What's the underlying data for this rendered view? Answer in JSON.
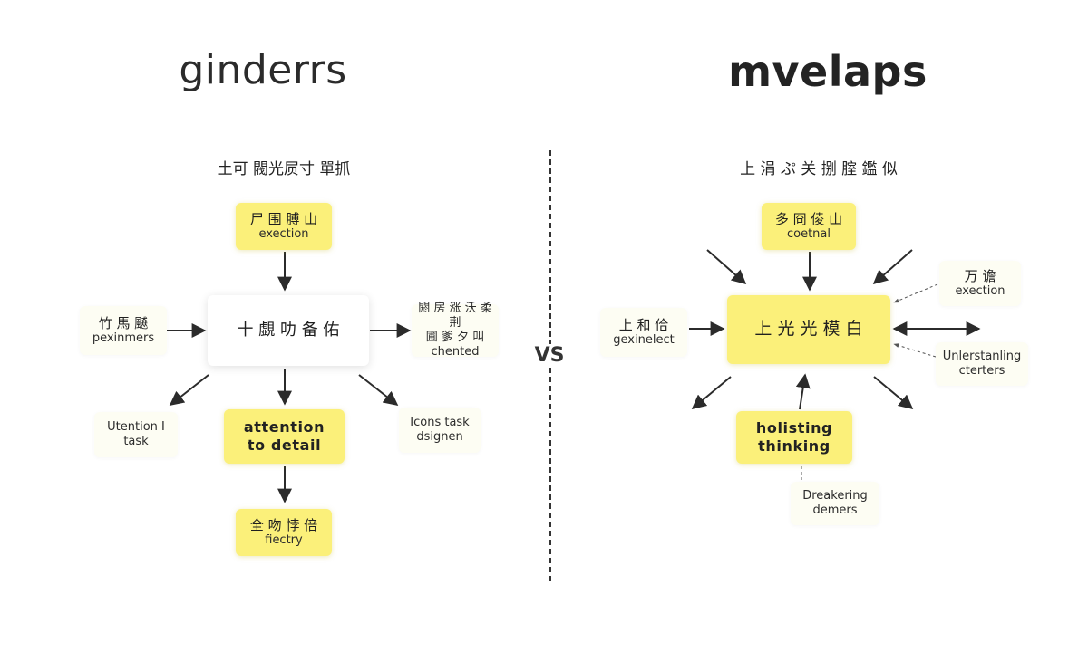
{
  "left": {
    "title": "ginderrs",
    "subtitle": "土可 閥光屃寸 單抓",
    "nodes": {
      "top": {
        "cn": "尸 围 膊 山",
        "en": "exection"
      },
      "center": {
        "cn": "十 覷 叻 备 佑"
      },
      "left": {
        "cn": "竹 馬 飇",
        "en": "pexinmers"
      },
      "right": {
        "cn": "閼 房 涨 沃 柔 荆",
        "cn2": "圃 爹 夕 叫",
        "en": "chented"
      },
      "bottom_left": {
        "en": "Utention I",
        "en2": "task"
      },
      "bottom": {
        "en": "attention",
        "en2": "to detail"
      },
      "bottom_right": {
        "en": "Icons task",
        "en2": "dsignen"
      },
      "lowest": {
        "cn": "全 吻 悖 倍",
        "en": "fiectry"
      }
    }
  },
  "right": {
    "title": "mvelaps",
    "subtitle": "上 涓 ぷ 关 捌 腟 鑑 似",
    "nodes": {
      "top": {
        "cn": "多 冏 倰 山",
        "en": "coetnal"
      },
      "center": {
        "cn": "上 光 光 模 白"
      },
      "left": {
        "cn": "上 和 佮",
        "en": "gexinelect"
      },
      "top_right": {
        "cn": "万 谵",
        "en": "exection"
      },
      "right": {
        "en": "Unlerstanling",
        "en2": "cterters"
      },
      "bottom": {
        "en": "holisting",
        "en2": "thinking"
      },
      "lowest": {
        "en": "Dreakering",
        "en2": "demers"
      }
    }
  },
  "vs_label": "VS",
  "colors": {
    "accent_yellow": "#fbf07a",
    "line": "#2b2b2b"
  }
}
